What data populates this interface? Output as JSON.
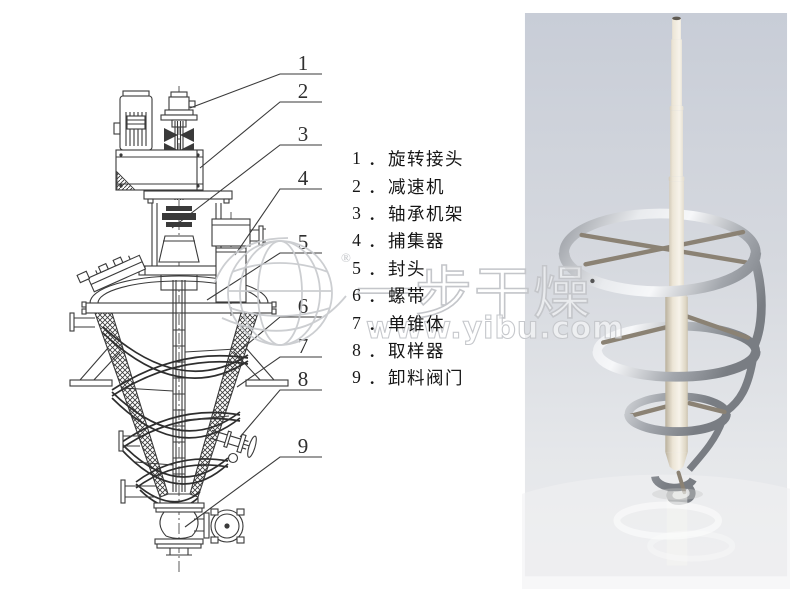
{
  "legend": {
    "separator": "．",
    "items": [
      {
        "num": "1",
        "label": "旋转接头"
      },
      {
        "num": "2",
        "label": "减速机"
      },
      {
        "num": "3",
        "label": "轴承机架"
      },
      {
        "num": "4",
        "label": "捕集器"
      },
      {
        "num": "5",
        "label": "封头"
      },
      {
        "num": "6",
        "label": "螺带"
      },
      {
        "num": "7",
        "label": "单锥体"
      },
      {
        "num": "8",
        "label": "取样器"
      },
      {
        "num": "9",
        "label": "卸料阀门"
      }
    ]
  },
  "callouts": [
    "1",
    "2",
    "3",
    "4",
    "5",
    "6",
    "7",
    "8",
    "9"
  ],
  "watermark": {
    "registered": "®",
    "brand": "一步干燥",
    "url": "www.yibu.com"
  },
  "colors": {
    "drawing_line": "#3a3a3a",
    "watermark_gray": "#c6c8cc",
    "render_bg_top": "#c7ccd6",
    "render_bg_bottom": "#ebecee",
    "shaft_cream": "#efe8da",
    "ribbon_metal": "#b9bdc3"
  }
}
